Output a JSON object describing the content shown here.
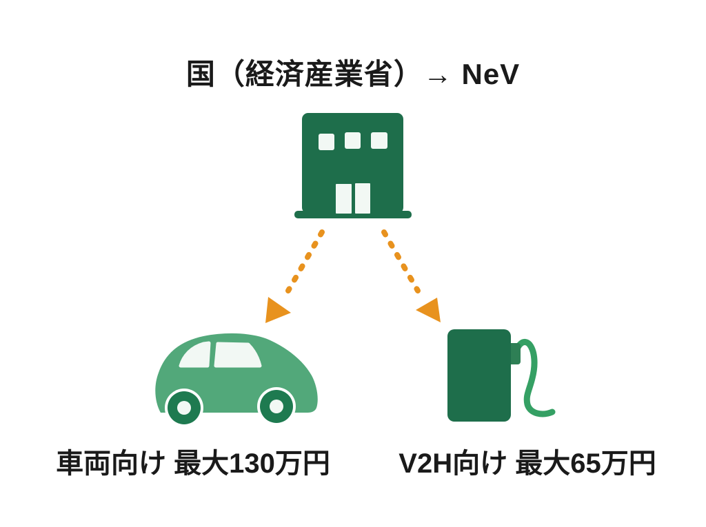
{
  "title": "国（経済産業省）→ NeV",
  "branches": [
    {
      "icon": "ev-car-icon",
      "label": "車両向け 最大130万円"
    },
    {
      "icon": "v2h-charger-icon",
      "label": "V2H向け 最大65万円"
    }
  ],
  "icons": {
    "source": "government-building-icon",
    "left_connector": "dashed-arrow-down-left-icon",
    "right_connector": "dashed-arrow-down-right-icon"
  },
  "colors": {
    "background": "#ffffff",
    "dark_green": "#1e6e4b",
    "tab_green": "#2e7f55",
    "car_green": "#52a87a",
    "wheel_green": "#1e7a50",
    "cable_green": "#35a064",
    "window_white": "#f2f8f4",
    "white": "#ffffff",
    "arrow_orange": "#e8921e",
    "text": "#1a1a1a"
  }
}
